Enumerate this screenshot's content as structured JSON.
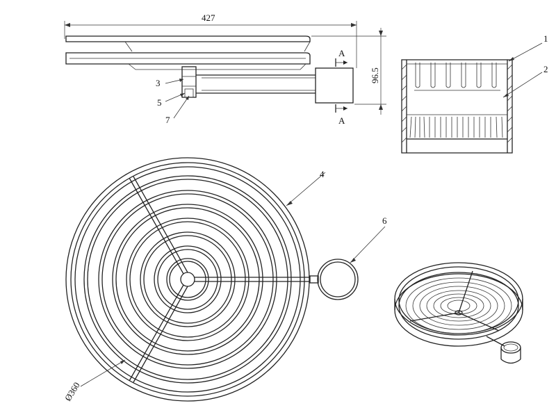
{
  "dimensions": {
    "length": "427",
    "height": "96.5",
    "diameter": "Ø360"
  },
  "section_marks": {
    "top": "A",
    "bottom": "A"
  },
  "part_labels": [
    "1",
    "2",
    "3",
    "4",
    "5",
    "6",
    "7"
  ]
}
